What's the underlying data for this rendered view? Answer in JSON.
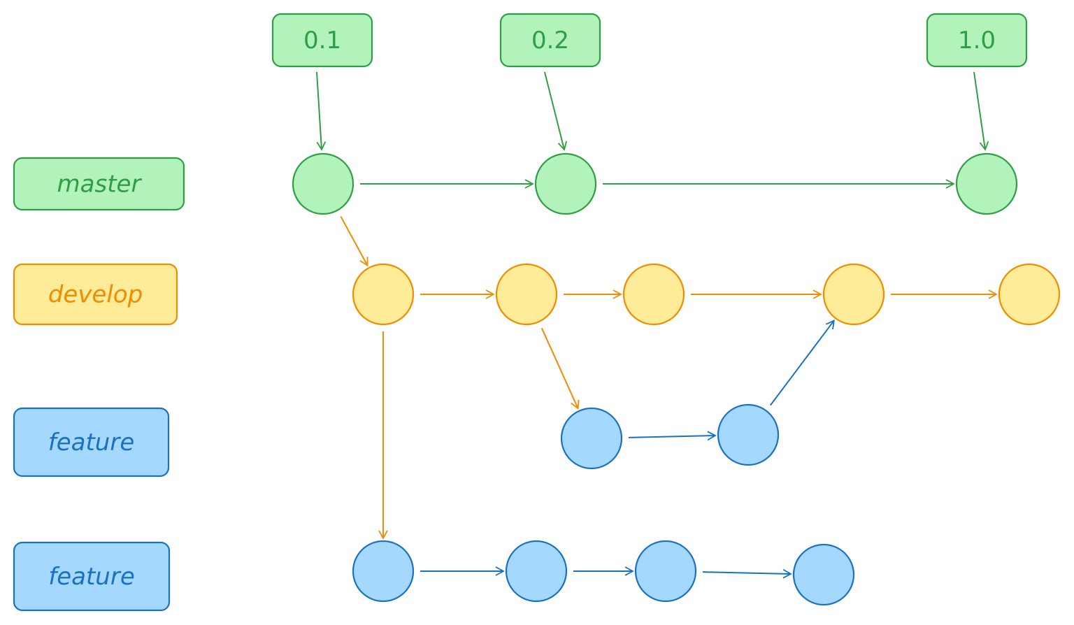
{
  "colors": {
    "green_fill": "#b2f2bb",
    "green_stroke": "#2f9e44",
    "yellow_fill": "#ffec99",
    "yellow_stroke": "#f08c00",
    "blue_fill": "#a5d8ff",
    "blue_stroke": "#1971c2"
  },
  "branches": [
    {
      "id": "master",
      "label": "master",
      "color": "green"
    },
    {
      "id": "develop",
      "label": "develop",
      "color": "yellow"
    },
    {
      "id": "feature-1",
      "label": "feature",
      "color": "blue"
    },
    {
      "id": "feature-2",
      "label": "feature",
      "color": "blue"
    }
  ],
  "tags": [
    {
      "id": "tag-0-1",
      "label": "0.1",
      "target": "m1"
    },
    {
      "id": "tag-0-2",
      "label": "0.2",
      "target": "m2"
    },
    {
      "id": "tag-1-0",
      "label": "1.0",
      "target": "m3"
    }
  ],
  "commits": [
    {
      "id": "m1",
      "branch": "master"
    },
    {
      "id": "m2",
      "branch": "master"
    },
    {
      "id": "m3",
      "branch": "master"
    },
    {
      "id": "d1",
      "branch": "develop"
    },
    {
      "id": "d2",
      "branch": "develop"
    },
    {
      "id": "d3",
      "branch": "develop"
    },
    {
      "id": "d4",
      "branch": "develop"
    },
    {
      "id": "d5",
      "branch": "develop"
    },
    {
      "id": "fa1",
      "branch": "feature-1"
    },
    {
      "id": "fa2",
      "branch": "feature-1"
    },
    {
      "id": "fb1",
      "branch": "feature-2"
    },
    {
      "id": "fb2",
      "branch": "feature-2"
    },
    {
      "id": "fb3",
      "branch": "feature-2"
    },
    {
      "id": "fb4",
      "branch": "feature-2"
    }
  ],
  "edges": [
    {
      "from": "m1",
      "to": "m2"
    },
    {
      "from": "m2",
      "to": "m3"
    },
    {
      "from": "m1",
      "to": "d1"
    },
    {
      "from": "d1",
      "to": "d2"
    },
    {
      "from": "d2",
      "to": "d3"
    },
    {
      "from": "d3",
      "to": "d4"
    },
    {
      "from": "d4",
      "to": "d5"
    },
    {
      "from": "d2",
      "to": "fa1"
    },
    {
      "from": "fa1",
      "to": "fa2"
    },
    {
      "from": "fa2",
      "to": "d4"
    },
    {
      "from": "d1",
      "to": "fb1"
    },
    {
      "from": "fb1",
      "to": "fb2"
    },
    {
      "from": "fb2",
      "to": "fb3"
    },
    {
      "from": "fb3",
      "to": "fb4"
    }
  ]
}
